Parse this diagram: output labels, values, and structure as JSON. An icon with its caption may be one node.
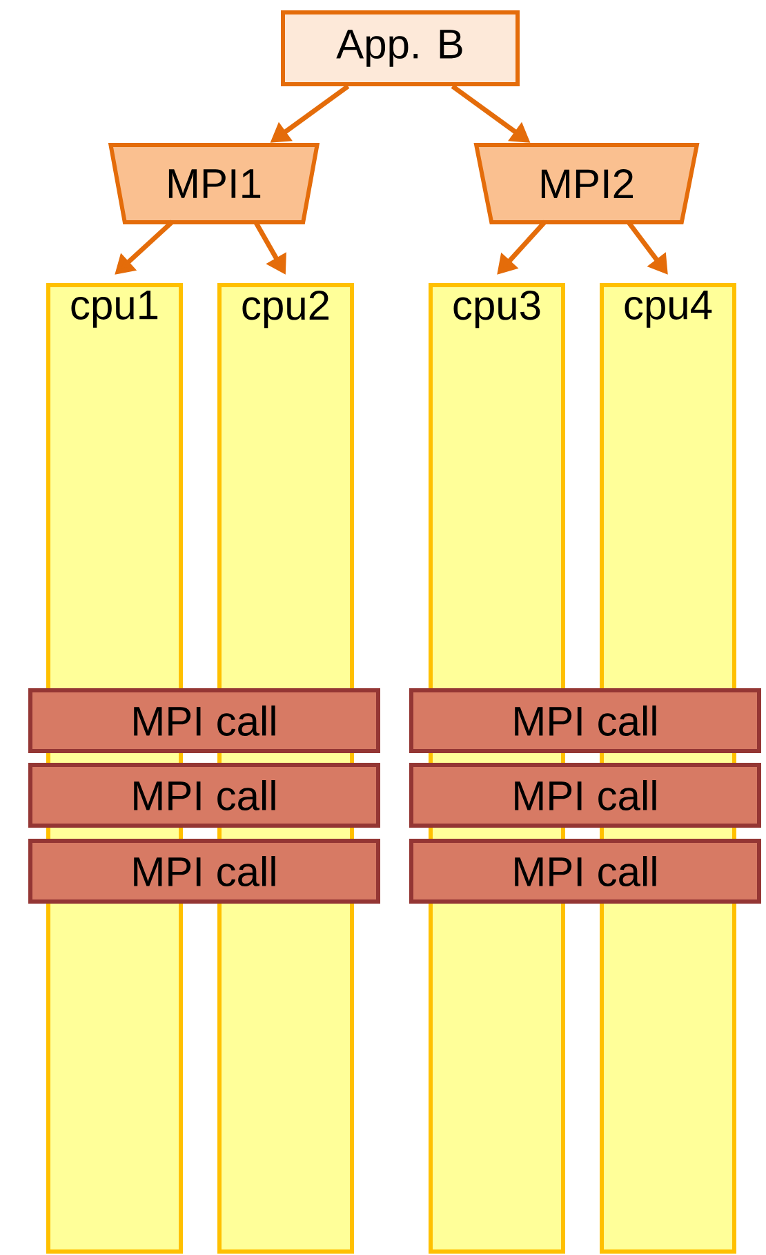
{
  "diagram": {
    "nodes": [
      {
        "text": [
          "App. B"
        ]
      },
      {
        "text": [
          "MPI1"
        ]
      },
      {
        "text": [
          "MPI2"
        ]
      },
      {
        "text": [
          "cpu1"
        ]
      },
      {
        "text": [
          "cpu2"
        ]
      },
      {
        "text": [
          "cpu3"
        ]
      },
      {
        "text": [
          "cpu4"
        ]
      },
      {
        "text": [
          "MPI call"
        ]
      },
      {
        "text": [
          "MPI call"
        ]
      },
      {
        "text": [
          "MPI call"
        ]
      },
      {
        "text": [
          "MPI call"
        ]
      },
      {
        "text": [
          "MPI call"
        ]
      },
      {
        "text": [
          "MPI call"
        ]
      }
    ],
    "edges": [
      {
        "from": 0,
        "to": 1,
        "arrow": "to"
      },
      {
        "from": 0,
        "to": 2,
        "arrow": "to"
      },
      {
        "from": 1,
        "to": 3,
        "arrow": "to"
      },
      {
        "from": 1,
        "to": 4,
        "arrow": "to"
      },
      {
        "from": 2,
        "to": 5,
        "arrow": "to"
      },
      {
        "from": 2,
        "to": 6,
        "arrow": "to"
      }
    ]
  }
}
